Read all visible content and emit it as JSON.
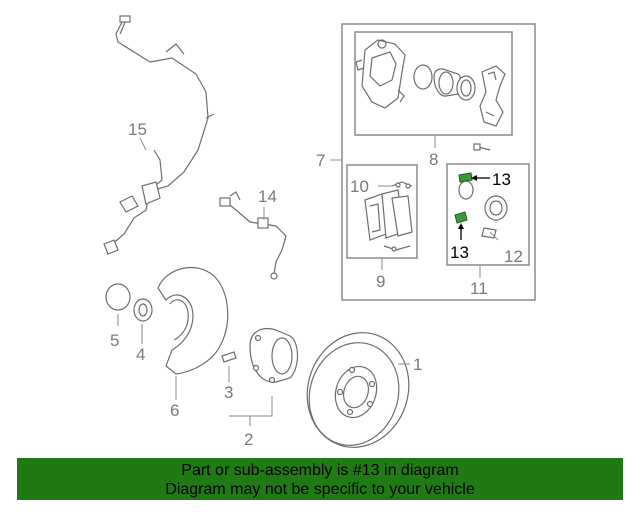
{
  "callouts": {
    "c1": "1",
    "c2": "2",
    "c3": "3",
    "c4": "4",
    "c5": "5",
    "c6": "6",
    "c7": "7",
    "c8": "8",
    "c9": "9",
    "c10": "10",
    "c11": "11",
    "c12": "12",
    "c13a": "13",
    "c13b": "13",
    "c14": "14",
    "c15": "15"
  },
  "highlight_color": "#3a9a3a",
  "banner": {
    "line1": "Part or sub-assembly is #13 in diagram",
    "line2": "Diagram may not be specific to your vehicle",
    "background": "#1f7a14"
  }
}
